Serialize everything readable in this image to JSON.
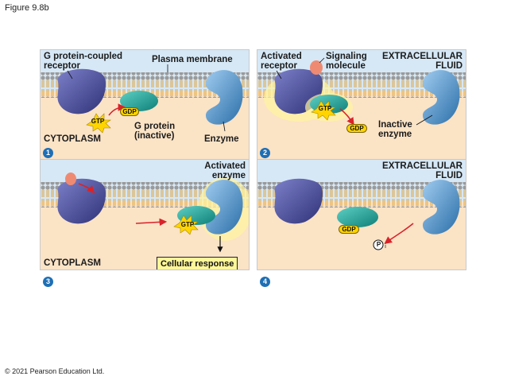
{
  "figure_title": "Figure 9.8b",
  "copyright": "© 2021 Pearson Education Ltd.",
  "panel1": {
    "step": "1",
    "gpcr": "G protein-coupled\nreceptor",
    "membrane": "Plasma membrane",
    "gtp": "GTP",
    "gdp": "GDP",
    "g_protein": "G protein\n(inactive)",
    "cytoplasm": "CYTOPLASM",
    "enzyme": "Enzyme"
  },
  "panel2": {
    "step": "2",
    "activated_receptor": "Activated\nreceptor",
    "signaling": "Signaling\nmolecule",
    "extracellular": "EXTRACELLULAR\nFLUID",
    "gtp": "GTP",
    "gdp": "GDP",
    "inactive_enzyme": "Inactive\nenzyme"
  },
  "panel3": {
    "step": "3",
    "activated_enzyme": "Activated\nenzyme",
    "gtp": "GTP",
    "response": "Cellular response",
    "cytoplasm": "CYTOPLASM"
  },
  "panel4": {
    "step": "4",
    "extracellular": "EXTRACELLULAR\nFLUID",
    "gdp": "GDP",
    "pi": "P",
    "pi_sub": "i"
  },
  "colors": {
    "extracellular": "#d6e8f6",
    "cytoplasm": "#fbe3c6",
    "membrane": "#e8b04a",
    "receptor": "#4b4f9c",
    "gprotein": "#1aa39a",
    "enzyme": "#3a86c4",
    "arrow": "#d8232a",
    "step": "#1e6fb5"
  }
}
